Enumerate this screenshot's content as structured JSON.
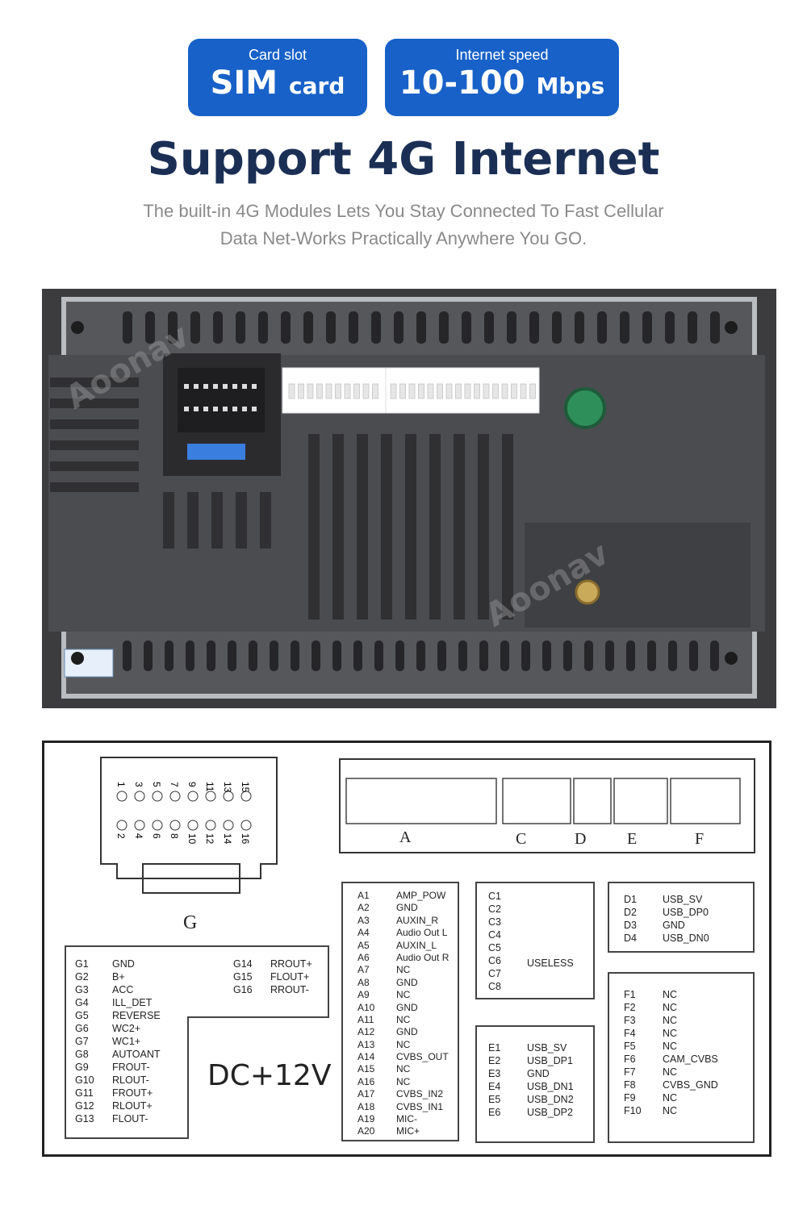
{
  "badges": [
    {
      "label": "Card slot",
      "value": "SIM",
      "unit": "card"
    },
    {
      "label": "Internet speed",
      "value": "10-100",
      "unit": "Mbps"
    }
  ],
  "headline": "Support 4G Internet",
  "subtitle_line1": "The built-in 4G Modules Lets You Stay Connected  To Fast Cellular",
  "subtitle_line2": "Data Net-Works Practically Anywhere You GO.",
  "watermark": "Aoonav",
  "connector_labels": {
    "g": "G",
    "a": "A",
    "c": "C",
    "d": "D",
    "e": "E",
    "f": "F"
  },
  "g_odd_pins": [
    "1",
    "3",
    "5",
    "7",
    "9",
    "11",
    "13",
    "15"
  ],
  "g_even_pins": [
    "2",
    "4",
    "6",
    "8",
    "10",
    "12",
    "14",
    "16"
  ],
  "power_label": "DC+12V",
  "pins": {
    "g_left": [
      [
        "G1",
        "GND"
      ],
      [
        "G2",
        "B+"
      ],
      [
        "G3",
        "ACC"
      ],
      [
        "G4",
        "ILL_DET"
      ],
      [
        "G5",
        "REVERSE"
      ],
      [
        "G6",
        "WC2+"
      ],
      [
        "G7",
        "WC1+"
      ],
      [
        "G8",
        "AUTOANT"
      ],
      [
        "G9",
        "FROUT-"
      ],
      [
        "G10",
        "RLOUT-"
      ],
      [
        "G11",
        "FROUT+"
      ],
      [
        "G12",
        "RLOUT+"
      ],
      [
        "G13",
        "FLOUT-"
      ]
    ],
    "g_right": [
      [
        "G14",
        "RROUT+"
      ],
      [
        "G15",
        "FLOUT+"
      ],
      [
        "G16",
        "RROUT-"
      ]
    ],
    "a": [
      [
        "A1",
        "AMP_POW"
      ],
      [
        "A2",
        "GND"
      ],
      [
        "A3",
        "AUXIN_R"
      ],
      [
        "A4",
        "Audio Out L"
      ],
      [
        "A5",
        "AUXIN_L"
      ],
      [
        "A6",
        "Audio Out R"
      ],
      [
        "A7",
        "NC"
      ],
      [
        "A8",
        "GND"
      ],
      [
        "A9",
        "NC"
      ],
      [
        "A10",
        "GND"
      ],
      [
        "A11",
        "NC"
      ],
      [
        "A12",
        "GND"
      ],
      [
        "A13",
        "NC"
      ],
      [
        "A14",
        "CVBS_OUT"
      ],
      [
        "A15",
        "NC"
      ],
      [
        "A16",
        "NC"
      ],
      [
        "A17",
        "CVBS_IN2"
      ],
      [
        "A18",
        "CVBS_IN1"
      ],
      [
        "A19",
        "MIC-"
      ],
      [
        "A20",
        "MIC+"
      ]
    ],
    "c": [
      "C1",
      "C2",
      "C3",
      "C4",
      "C5",
      "C6",
      "C7",
      "C8"
    ],
    "c_value": "USELESS",
    "d": [
      [
        "D1",
        "USB_SV"
      ],
      [
        "D2",
        "USB_DP0"
      ],
      [
        "D3",
        "GND"
      ],
      [
        "D4",
        "USB_DN0"
      ]
    ],
    "e": [
      [
        "E1",
        "USB_SV"
      ],
      [
        "E2",
        "USB_DP1"
      ],
      [
        "E3",
        "GND"
      ],
      [
        "E4",
        "USB_DN1"
      ],
      [
        "E5",
        "USB_DN2"
      ],
      [
        "E6",
        "USB_DP2"
      ]
    ],
    "f": [
      [
        "F1",
        "NC"
      ],
      [
        "F2",
        "NC"
      ],
      [
        "F3",
        "NC"
      ],
      [
        "F4",
        "NC"
      ],
      [
        "F5",
        "NC"
      ],
      [
        "F6",
        "CAM_CVBS"
      ],
      [
        "F7",
        "NC"
      ],
      [
        "F8",
        "CVBS_GND"
      ],
      [
        "F9",
        "NC"
      ],
      [
        "F10",
        "NC"
      ]
    ]
  },
  "colors": {
    "badge_blue": "#1861c8",
    "headline_navy": "#1b2f55",
    "housing": "#4a4a4c",
    "gps_green": "#2f8f5a"
  }
}
